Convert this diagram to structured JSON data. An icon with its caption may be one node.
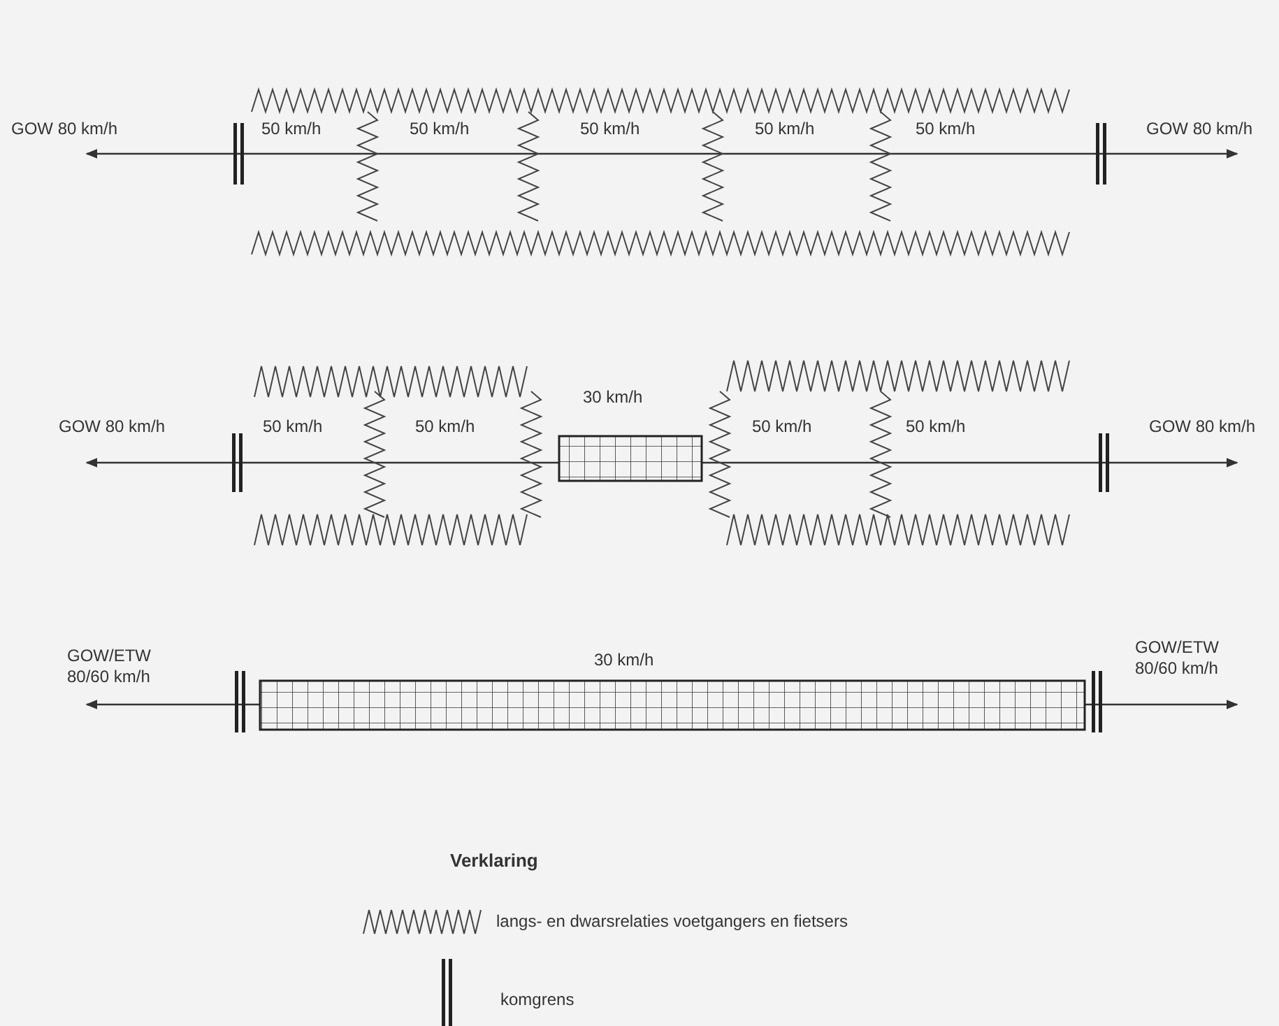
{
  "diagram": {
    "labels": [
      "GOW 80 km/h",
      "50 km/h",
      "50 km/h",
      "50 km/h",
      "50 km/h",
      "50 km/h",
      "GOW 80 km/h",
      "GOW 80 km/h",
      "50 km/h",
      "50 km/h",
      "30 km/h",
      "50 km/h",
      "50 km/h",
      "GOW 80 km/h",
      "GOW/ETW 80/60 km/h",
      "30 km/h",
      "GOW/ETW 80/60 km/h",
      "Verklaring"
    ],
    "legend": [
      {
        "text": "langs- en dwarsrelaties voetgangers en fietsers"
      },
      {
        "text": "komgrens"
      }
    ]
  }
}
